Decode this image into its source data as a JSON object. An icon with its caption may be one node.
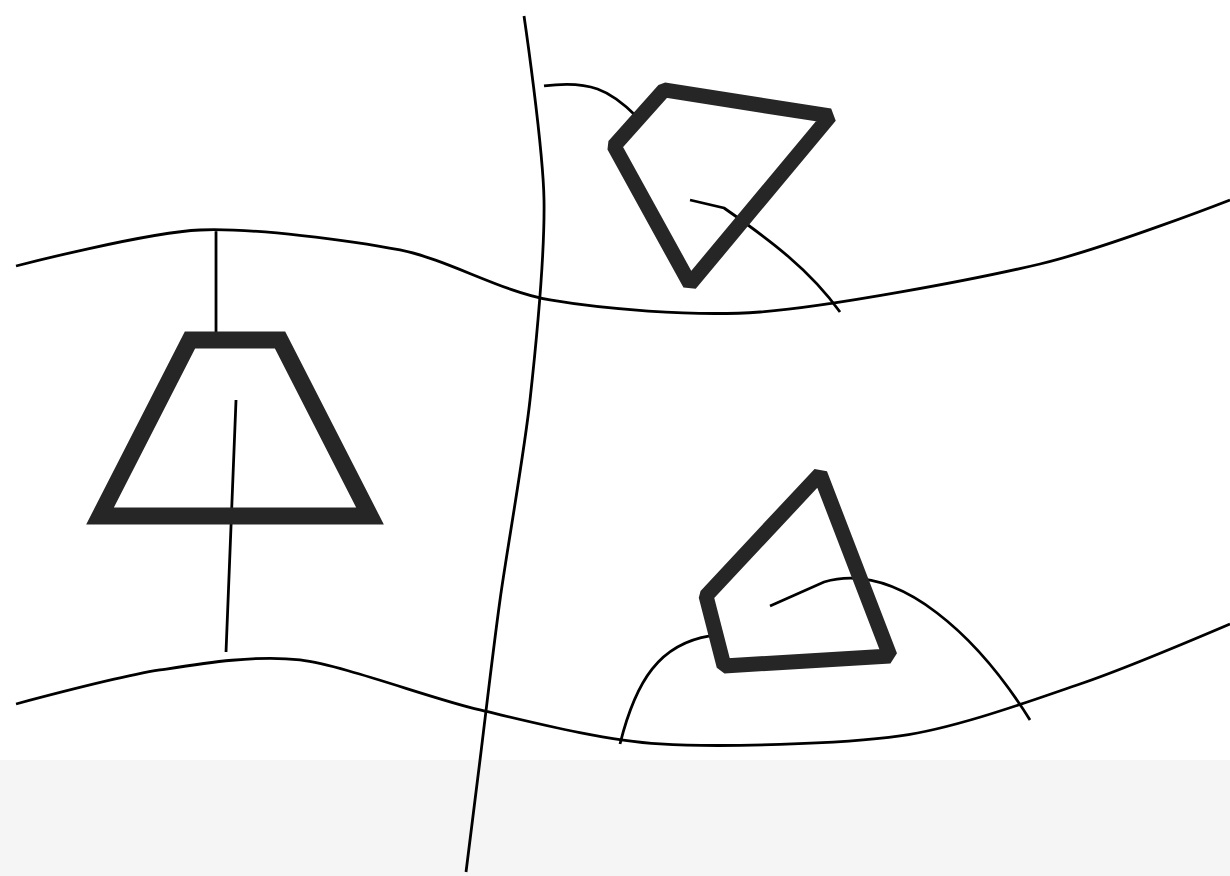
{
  "diagram": {
    "nodes": [
      {
        "text": [],
        "shape": "trapezoid"
      },
      {
        "text": [],
        "shape": "quadrilateral"
      },
      {
        "text": [],
        "shape": "quadrilateral"
      }
    ]
  }
}
